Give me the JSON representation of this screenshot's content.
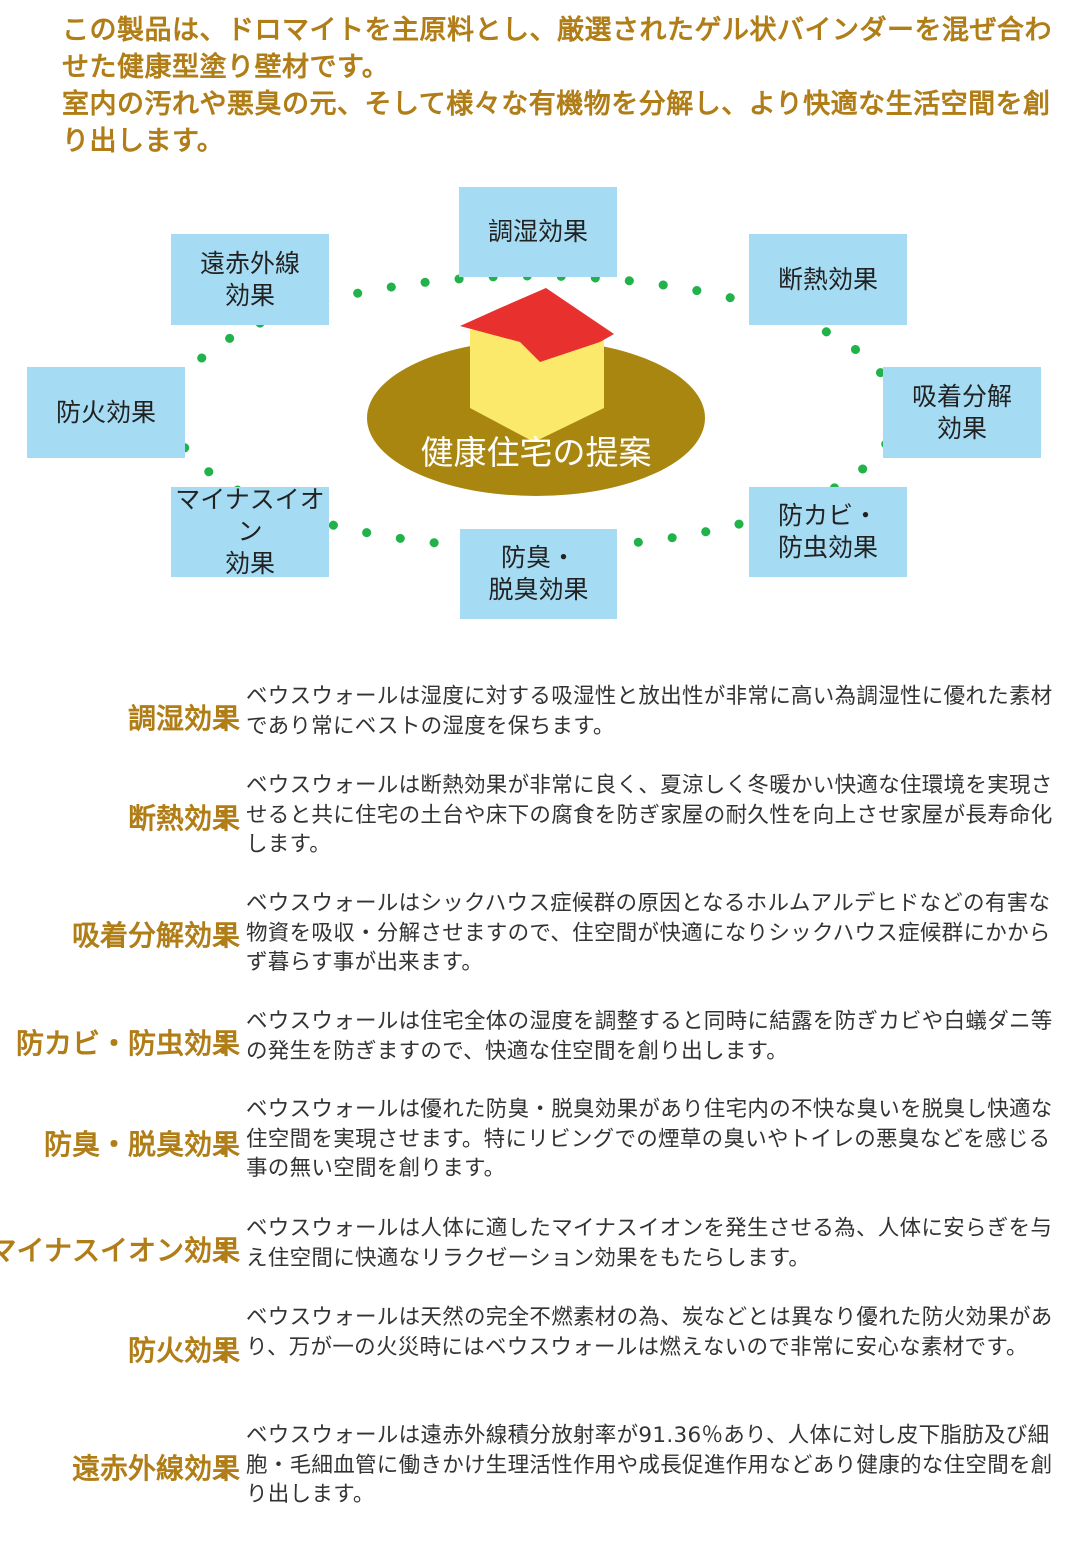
{
  "intro": {
    "line1": "この製品は、ドロマイトを主原料とし、厳選されたゲル状バインダーを混ぜ合わせた健康型塗り壁材です。",
    "line2": "室内の汚れや悪臭の元、そして様々な有機物を分解し、より快適な生活空間を創り出します。"
  },
  "diagram": {
    "center": "健康住宅の提案",
    "boxes": {
      "humidity": "調湿効果",
      "insulation": "断熱効果",
      "adsorption": "吸着分解\n効果",
      "mold": "防カビ・\n防虫効果",
      "deodor": "防臭・\n脱臭効果",
      "minus_ion": "マイナスイオン\n効果",
      "fire": "防火効果",
      "far_ir": "遠赤外線\n効果"
    },
    "colors": {
      "box": "#a6dcf3",
      "dots": "#21b24a",
      "ellipse": "#a88610",
      "roof": "#e8302f",
      "house": "#fbe96b"
    }
  },
  "effects": [
    {
      "term": "調湿効果",
      "colon": "：",
      "desc": "ベウスウォールは湿度に対する吸湿性と放出性が非常に高い為調湿性に優れた素材であり常にベストの湿度を保ちます。"
    },
    {
      "term": "断熱効果",
      "colon": "：",
      "desc": "ベウスウォールは断熱効果が非常に良く、夏涼しく冬暖かい快適な住環境を実現させると共に住宅の土台や床下の腐食を防ぎ家屋の耐久性を向上させ家屋が長寿命化します。"
    },
    {
      "term": "吸着分解効果",
      "colon": "：",
      "desc": "ベウスウォールはシックハウス症候群の原因となるホルムアルデヒドなどの有害な物資を吸収・分解させますので、住空間が快適になりシックハウス症候群にかからず暮らす事が出来ます。"
    },
    {
      "term": "防カビ・防虫効果",
      "colon": "：",
      "desc": "ベウスウォールは住宅全体の湿度を調整すると同時に結露を防ぎカビや白蟻ダニ等の発生を防ぎますので、快適な住空間を創り出します。"
    },
    {
      "term": "防臭・脱臭効果",
      "colon": "：",
      "desc": "ベウスウォールは優れた防臭・脱臭効果があり住宅内の不快な臭いを脱臭し快適な住空間を実現させます。特にリビングでの煙草の臭いやトイレの悪臭などを感じる事の無い空間を創ります。"
    },
    {
      "term": "マイナスイオン効果",
      "colon": "：",
      "desc": "ベウスウォールは人体に適したマイナスイオンを発生させる為、人体に安らぎを与え住空間に快適なリラクゼーション効果をもたらします。"
    },
    {
      "term": "防火効果",
      "colon": "：",
      "desc": "ベウスウォールは天然の完全不燃素材の為、炭などとは異なり優れた防火効果があり、万が一の火災時にはベウスウォールは燃えないので非常に安心な素材です。"
    },
    {
      "term": "遠赤外線効果",
      "colon": "：",
      "desc": "ベウスウォールは遠赤外線積分放射率が91.36％あり、人体に対し皮下脂肪及び細胞・毛細血管に働きかけ生理活性作用や成長促進作用などあり健康的な住空間を創り出します。"
    }
  ]
}
